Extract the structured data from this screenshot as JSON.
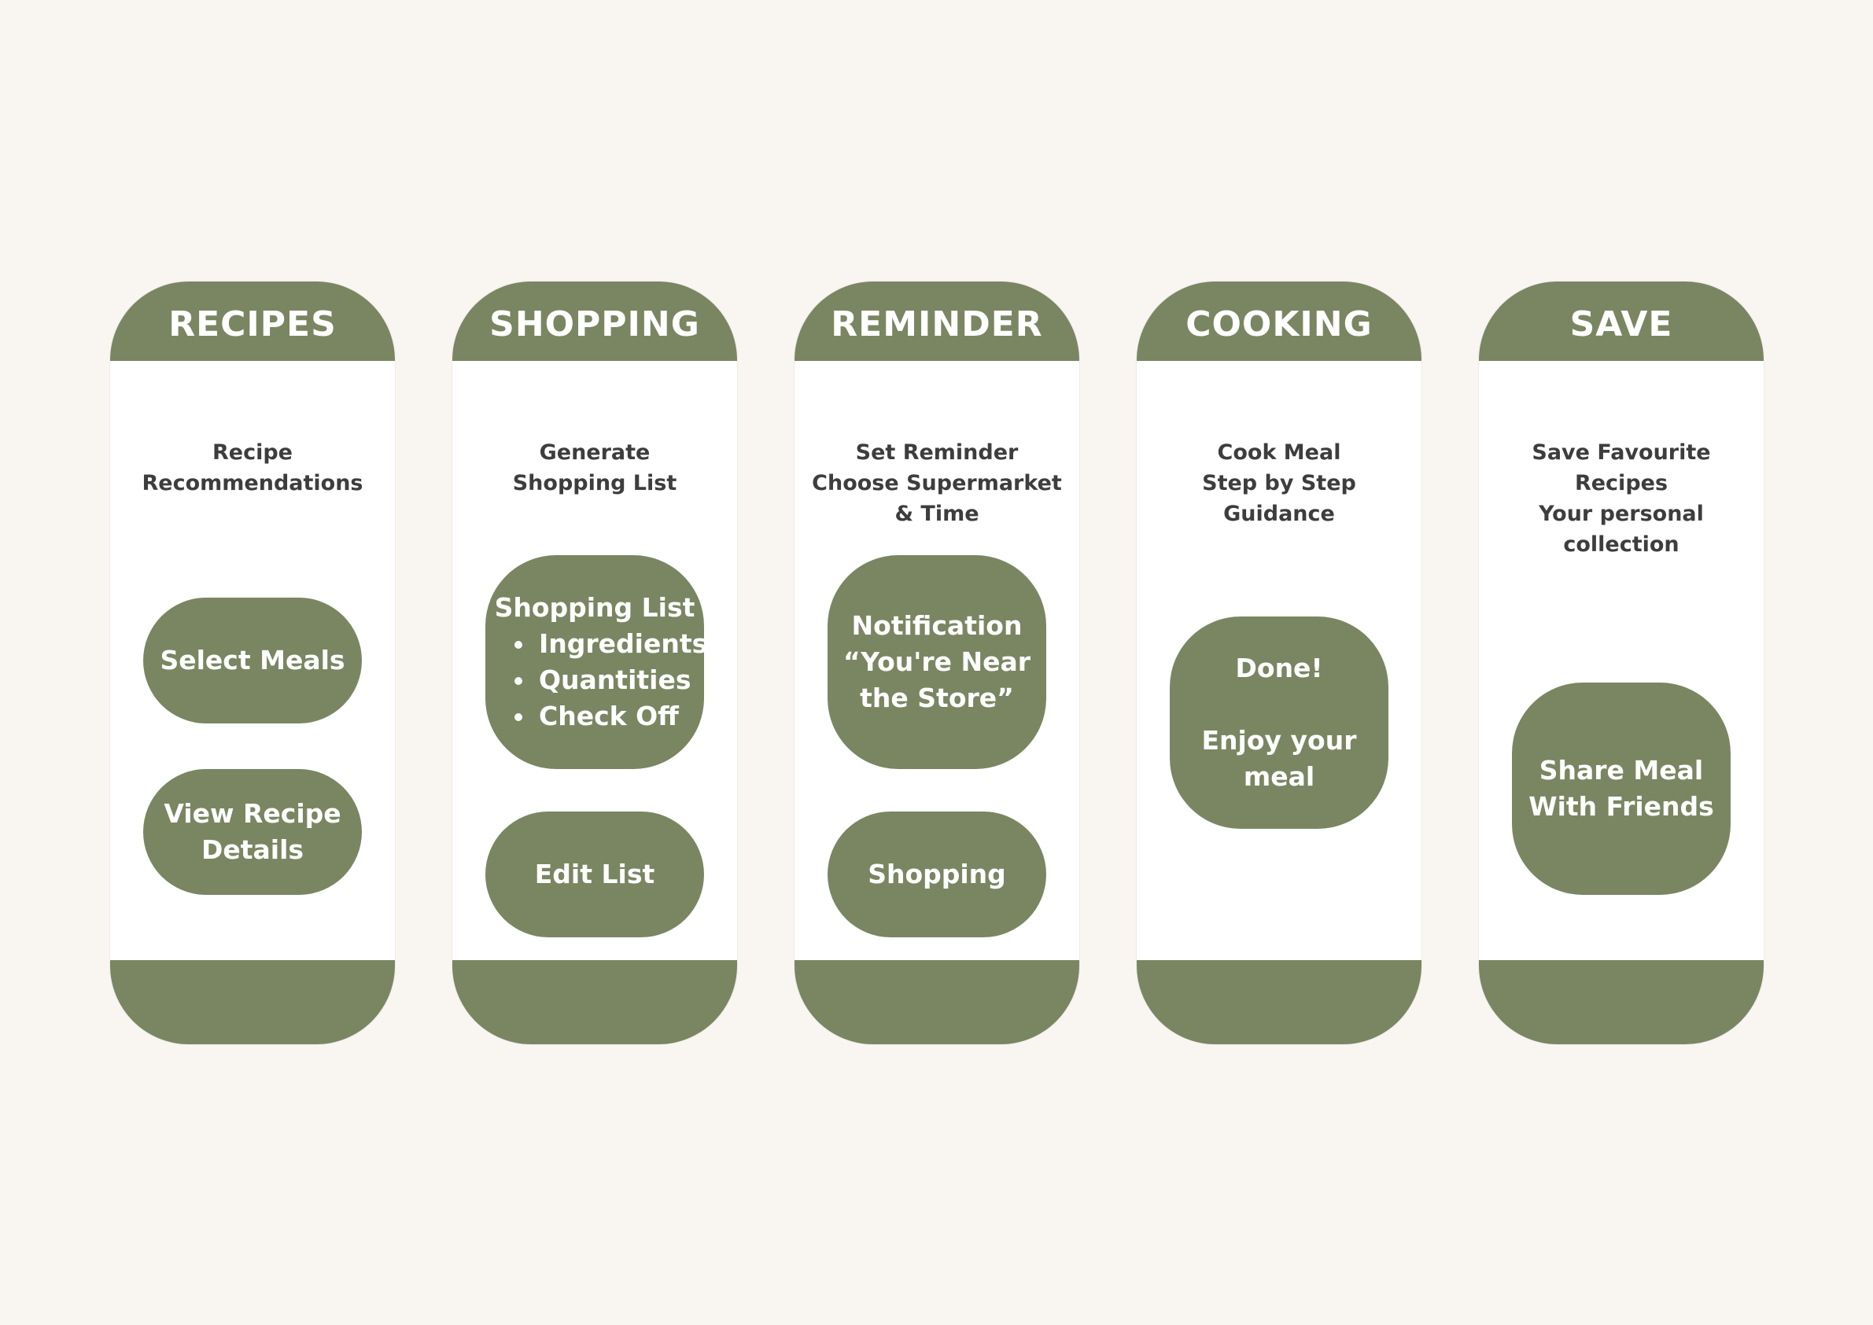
{
  "colors": {
    "background": "#f9f5f1",
    "card": "#ffffff",
    "accent": "#7a8662",
    "accent_text": "#ffffff",
    "body_text": "#3d3d3d"
  },
  "cards": [
    {
      "title": "RECIPES",
      "description": [
        "Recipe",
        "Recommendations"
      ],
      "buttons": [
        {
          "lines": [
            "Select Meals"
          ]
        },
        {
          "lines": [
            "View Recipe",
            "Details"
          ]
        }
      ]
    },
    {
      "title": "SHOPPING",
      "description": [
        "Generate",
        "Shopping List"
      ],
      "buttons": [
        {
          "title": "Shopping List",
          "items": [
            "Ingredients",
            "Quantities",
            "Check Off"
          ]
        },
        {
          "lines": [
            "Edit List"
          ]
        }
      ]
    },
    {
      "title": "REMINDER",
      "description": [
        "Set Reminder",
        "Choose Supermarket",
        "& Time"
      ],
      "buttons": [
        {
          "lines": [
            "Notification",
            "“You're Near",
            "the Store”"
          ]
        },
        {
          "lines": [
            "Shopping"
          ]
        }
      ]
    },
    {
      "title": "COOKING",
      "description": [
        "Cook Meal",
        "Step by Step",
        "Guidance"
      ],
      "buttons": [
        {
          "lines": [
            "Done!",
            "Enjoy your",
            "meal"
          ]
        }
      ]
    },
    {
      "title": "SAVE",
      "description": [
        "Save Favourite",
        "Recipes",
        "Your personal",
        "collection"
      ],
      "buttons": [
        {
          "lines": [
            "Share Meal",
            "With Friends"
          ]
        }
      ]
    }
  ]
}
